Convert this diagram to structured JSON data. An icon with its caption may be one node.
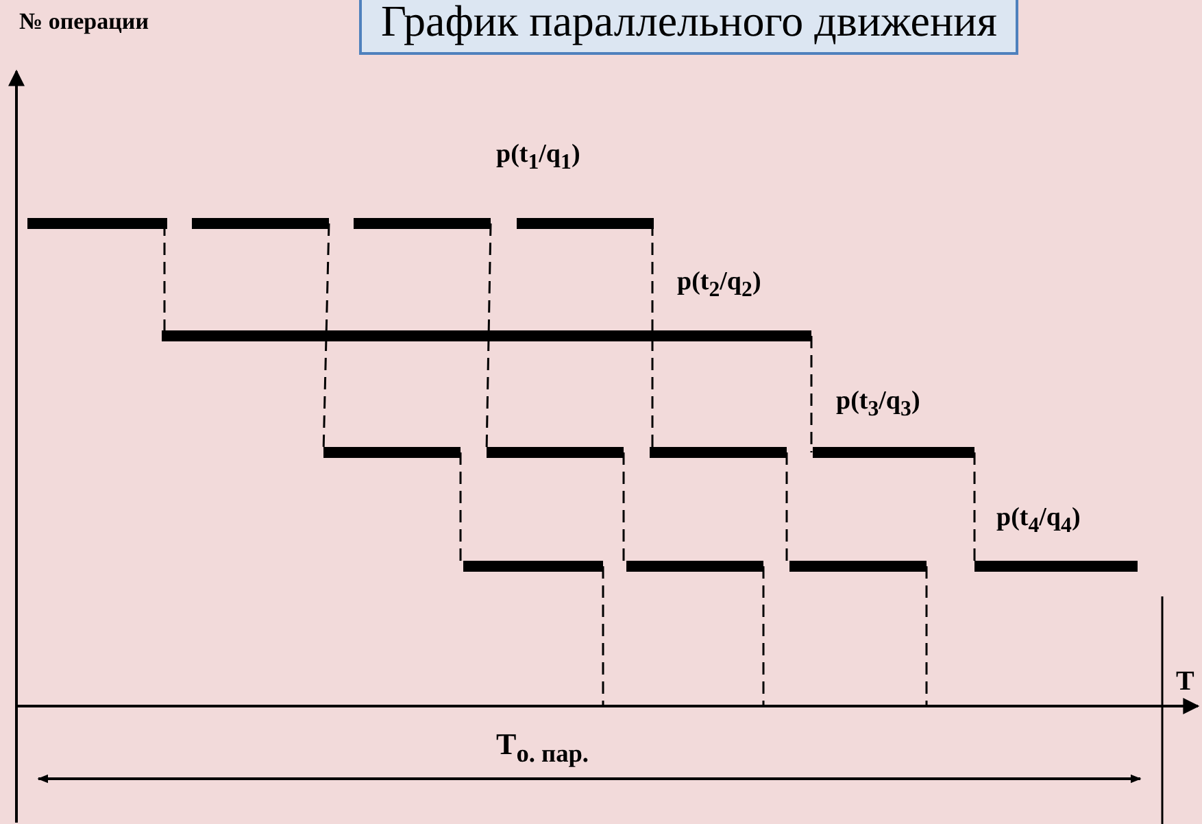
{
  "diagram": {
    "title": "График параллельного движения",
    "labels": [
      "№ операции",
      "p(t$_{1}$/q$_{1}$)",
      "p(t$_{2}$/q$_{2}$)",
      "p(t$_{3}$/q$_{3}$)",
      "p(t$_{4}$/q$_{4}$)",
      "T",
      "T$_{o. пар.}$"
    ]
  }
}
